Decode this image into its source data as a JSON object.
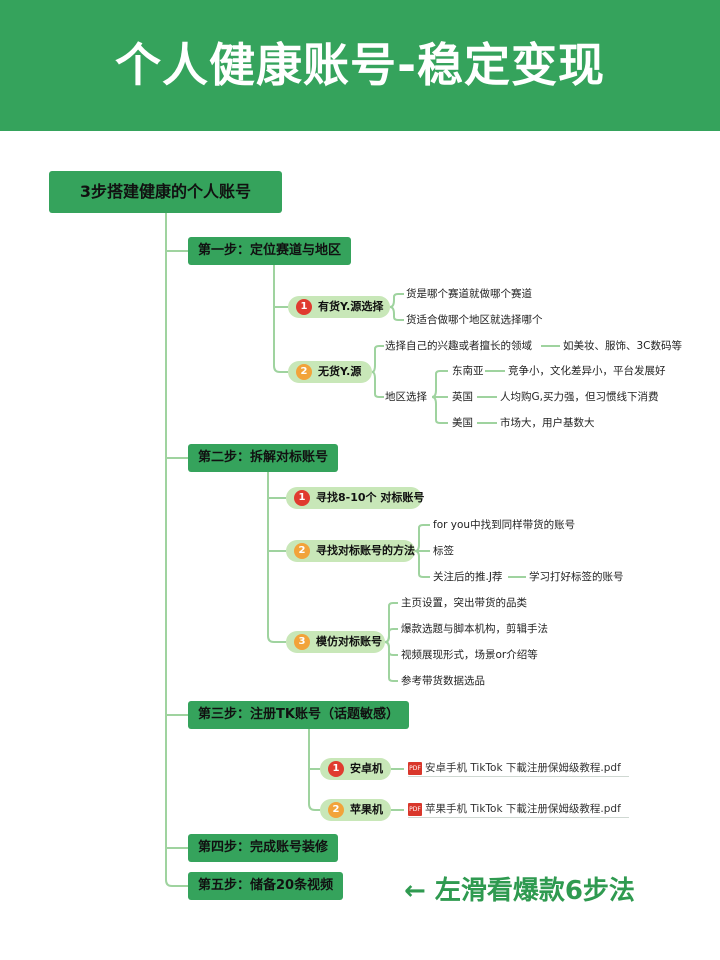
{
  "header": {
    "title": "个人健康账号-稳定变现"
  },
  "root": {
    "label": "3步搭建健康的个人账号"
  },
  "steps": [
    {
      "label": "第一步：定位赛道与地区",
      "subs": [
        {
          "num": "1",
          "label": "有货Y.源选择",
          "leaves": [
            "货是哪个赛道就做哪个赛道",
            "货适合做哪个地区就选择哪个"
          ]
        },
        {
          "num": "2",
          "label": "无货Y.源",
          "leaf_interest": "选择自己的兴趣或者擅长的领域",
          "leaf_interest_detail": "如美妆、服饰、3C数码等",
          "region_label": "地区选择",
          "regions": [
            {
              "name": "东南亚",
              "desc": "竞争小，文化差异小，平台发展好"
            },
            {
              "name": "英国",
              "desc": "人均购G,买力强，但习惯线下消费"
            },
            {
              "name": "美国",
              "desc": "市场大，用户基数大"
            }
          ]
        }
      ]
    },
    {
      "label": "第二步：拆解对标账号",
      "subs": [
        {
          "num": "1",
          "label": "寻找8-10个 对标账号"
        },
        {
          "num": "2",
          "label": "寻找对标账号的方法",
          "leaves": [
            "for you中找到同样带货的账号",
            "标签",
            "关注后的推.J荐"
          ],
          "leaf_extra": "学习打好标签的账号"
        },
        {
          "num": "3",
          "label": "模仿对标账号",
          "leaves": [
            "主页设置，突出带货的品类",
            "爆款选题与脚本机构，剪辑手法",
            "视频展现形式，场景or介绍等",
            "参考带货数据选品"
          ]
        }
      ]
    },
    {
      "label": "第三步：注册TK账号（话题敏感）",
      "subs": [
        {
          "num": "1",
          "label": "安卓机",
          "file": "安卓手机 TikTok 下載注册保姆级教程.pdf"
        },
        {
          "num": "2",
          "label": "苹果机",
          "file": "苹果手机 TikTok 下載注册保姆级教程.pdf"
        }
      ]
    },
    {
      "label": "第四步：完成账号装修"
    },
    {
      "label": "第五步：储备20条视频"
    }
  ],
  "pdf_icon_text": "PDF",
  "footer_cta": "← 左滑看爆款6步法",
  "colors": {
    "green": "#35a35c",
    "pill": "#c8e7b8",
    "badge_red": "#e03b2f",
    "badge_orange": "#f2a33a",
    "cta": "#2f9a50"
  }
}
